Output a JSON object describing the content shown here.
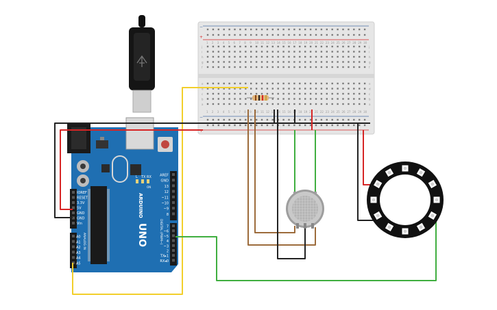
{
  "board": {
    "brand": "ARDUINO",
    "model": "UNO",
    "digital_label": "DIGITAL (PWM~)",
    "analog_label": "ANALOG IN",
    "power_pins": [
      "IOREF",
      "RESET",
      "3.3V",
      "5V",
      "GND",
      "GND",
      "Vin"
    ],
    "analog_pins": [
      "A0",
      "A1",
      "A2",
      "A3",
      "A4",
      "A5"
    ],
    "digital_pins": [
      "AREF",
      "GND",
      "13",
      "12",
      "~11",
      "~10",
      "~9",
      "8",
      "7",
      "~6",
      "~5",
      "4",
      "~3",
      "2",
      "TX▸1",
      "RX◂0"
    ],
    "leds": [
      "L",
      "TX",
      "RX"
    ],
    "on_label": "ON"
  },
  "breadboard": {
    "row_letters_top": [
      "a",
      "b",
      "c",
      "d",
      "e"
    ],
    "row_letters_bottom": [
      "f",
      "g",
      "h",
      "i",
      "j"
    ],
    "columns": [
      "1",
      "2",
      "3",
      "4",
      "5",
      "6",
      "7",
      "8",
      "9",
      "10",
      "11",
      "12",
      "13",
      "14",
      "15",
      "16",
      "17",
      "18",
      "19",
      "20",
      "21",
      "22",
      "23",
      "24",
      "25",
      "26",
      "27",
      "28",
      "29",
      "30"
    ],
    "rail_minus": "−",
    "rail_plus": "+"
  },
  "colors": {
    "board": "#1f6fb2",
    "breadboard": "#e6e6e6",
    "wire_yellow": "#f2cf2b",
    "wire_black": "#222222",
    "wire_red": "#d62525",
    "wire_green": "#3fae3f",
    "wire_brown": "#9c6b3b",
    "ring": "#111111",
    "sensor_body": "#b9b9b9"
  }
}
